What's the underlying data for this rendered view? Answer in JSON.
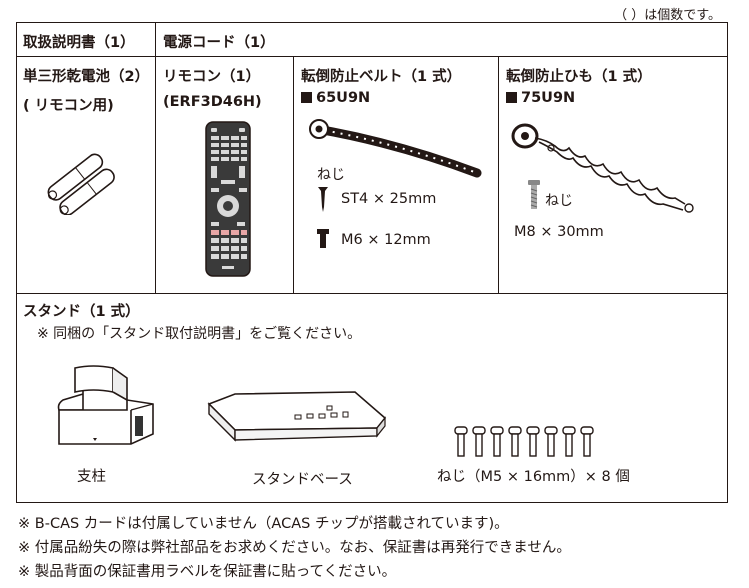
{
  "top_note": "（ ）は個数です。",
  "header": {
    "manual": "取扱説明書（1）",
    "power_cord": "電源コード（1）"
  },
  "battery": {
    "title": "単三形乾電池（2）",
    "subtitle": "( リモコン用)"
  },
  "remote": {
    "title": "リモコン（1）",
    "model": "(ERF3D46H)"
  },
  "belt": {
    "title": "転倒防止ベルト（1 式）",
    "model": "65U9N",
    "screw_label": "ねじ",
    "screw1": "ST4 × 25mm",
    "screw2": "M6 × 12mm"
  },
  "string": {
    "title": "転倒防止ひも（1 式）",
    "model": "75U9N",
    "screw_label": "ねじ",
    "screw": "M8 × 30mm"
  },
  "stand": {
    "title": "スタンド（1 式）",
    "note": "※ 同梱の「スタンド取付説明書」をご覧ください。",
    "pillar_label": "支柱",
    "base_label": "スタンドベース",
    "screws_label": "ねじ（M5 × 16mm）× 8 個"
  },
  "footer": [
    "※ B-CAS カードは付属していません（ACAS チップが搭載されています)。",
    "※ 付属品紛失の際は弊社部品をお求めください。なお、保証書は再発行できません。",
    "※ 製品背面の保証書用ラベルを保証書に貼ってください。"
  ],
  "colors": {
    "ink": "#231815"
  }
}
